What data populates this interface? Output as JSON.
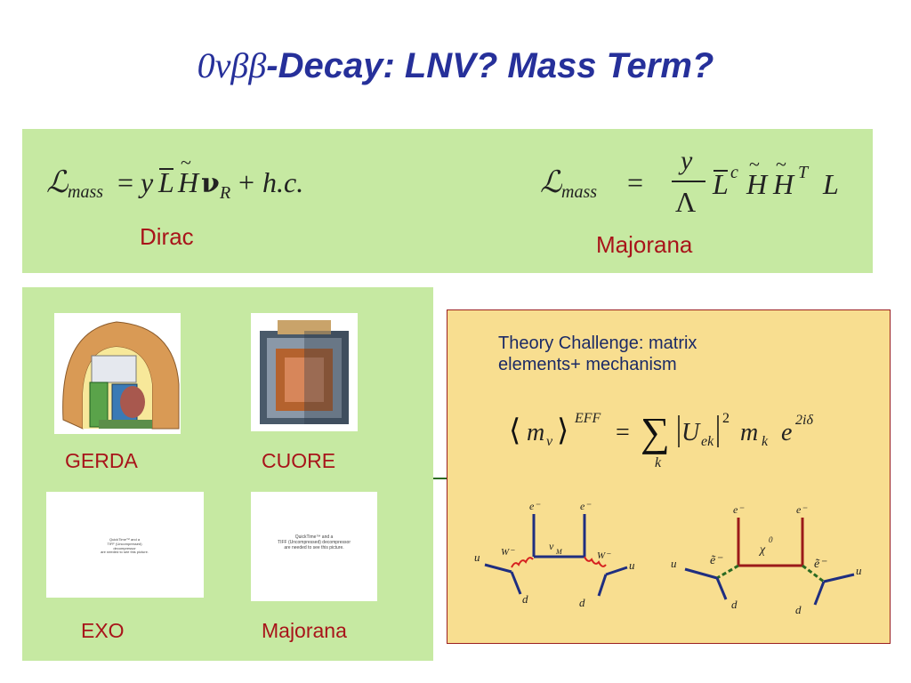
{
  "title": {
    "greek": "0νββ",
    "rest": "-Decay: LNV? Mass Term?"
  },
  "equations": {
    "dirac_label": "Dirac",
    "majorana_label": "Majorana"
  },
  "experiments": [
    {
      "label": "GERDA"
    },
    {
      "label": "CUORE"
    },
    {
      "label": "EXO"
    },
    {
      "label": "Majorana"
    }
  ],
  "placeholder_text": {
    "quicktime_line1": "QuickTime™ and a",
    "quicktime_line2": "TIFF (Uncompressed) decompressor",
    "quicktime_line3": "are needed to see this picture."
  },
  "theory": {
    "text": "Theory Challenge: matrix elements+ mechanism"
  },
  "colors": {
    "title": "#26309a",
    "panel_green": "#c6e9a2",
    "panel_yellow": "#f8de90",
    "label_red": "#a8141a"
  }
}
